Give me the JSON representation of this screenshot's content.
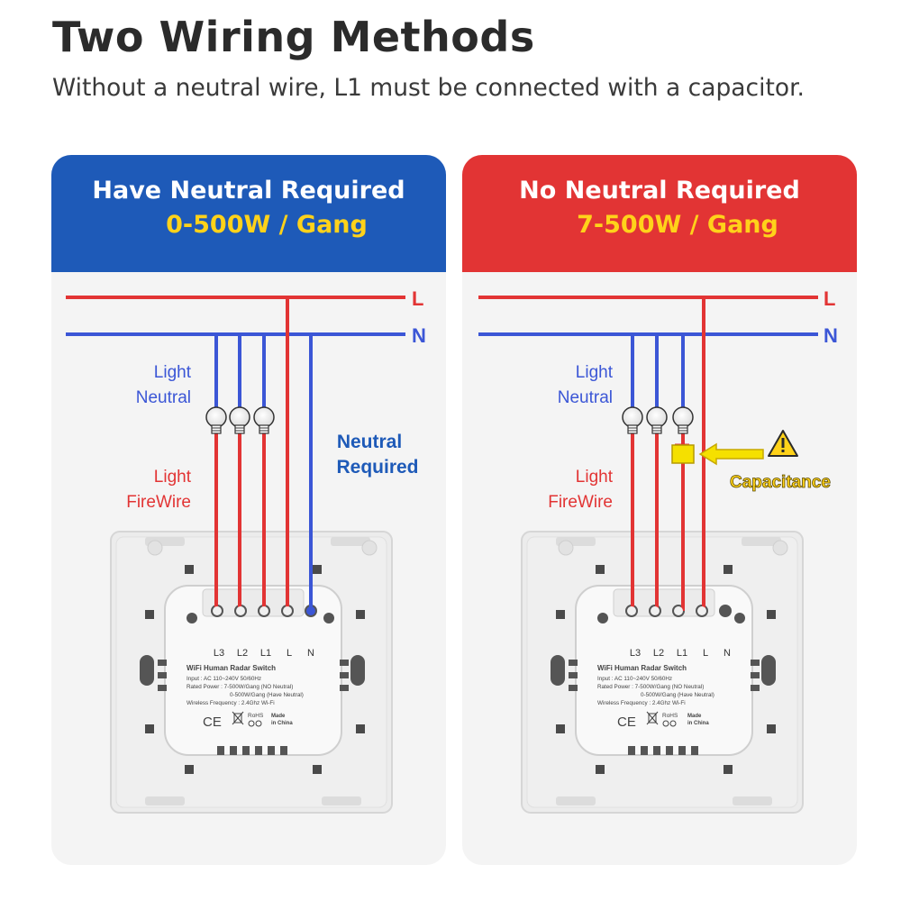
{
  "header": {
    "title": "Two Wiring Methods",
    "subtitle": "Without a neutral wire, L1 must be connected with a capacitor."
  },
  "colors": {
    "live_wire": "#e23434",
    "neutral_wire": "#3b56d6",
    "left_header": "#1e5ab8",
    "right_header": "#e23434",
    "wattage_text": "#ffd21a",
    "capacitor": "#f5e000"
  },
  "panels": {
    "neutral": {
      "heading": "Have Neutral Required",
      "wattage": "0-500W / Gang",
      "label_L": "L",
      "label_N": "N",
      "light_neutral_1": "Light",
      "light_neutral_2": "Neutral",
      "light_firewire_1": "Light",
      "light_firewire_2": "FireWire",
      "neutral_required_1": "Neutral",
      "neutral_required_2": "Required"
    },
    "no_neutral": {
      "heading": "No Neutral Required",
      "wattage": "7-500W / Gang",
      "label_L": "L",
      "label_N": "N",
      "light_neutral_1": "Light",
      "light_neutral_2": "Neutral",
      "light_firewire_1": "Light",
      "light_firewire_2": "FireWire",
      "capacitance": "Capacitance"
    }
  },
  "switch_module": {
    "terminals": [
      "L3",
      "L2",
      "L1",
      "L",
      "N"
    ],
    "product_name": "WiFi Human Radar Switch",
    "input": "Input : AC 110~240V  50/60Hz",
    "rated_power_1": "Rated Power : 7-500W/Gang (NO Neutral)",
    "rated_power_2": "0-500W/Gang (Have Neutral)",
    "wireless": "Wireless Frequency : 2.4Ghz Wi-Fi",
    "ce": "CE",
    "rohs": "RoHS",
    "made_1": "Made",
    "made_2": "in China"
  }
}
